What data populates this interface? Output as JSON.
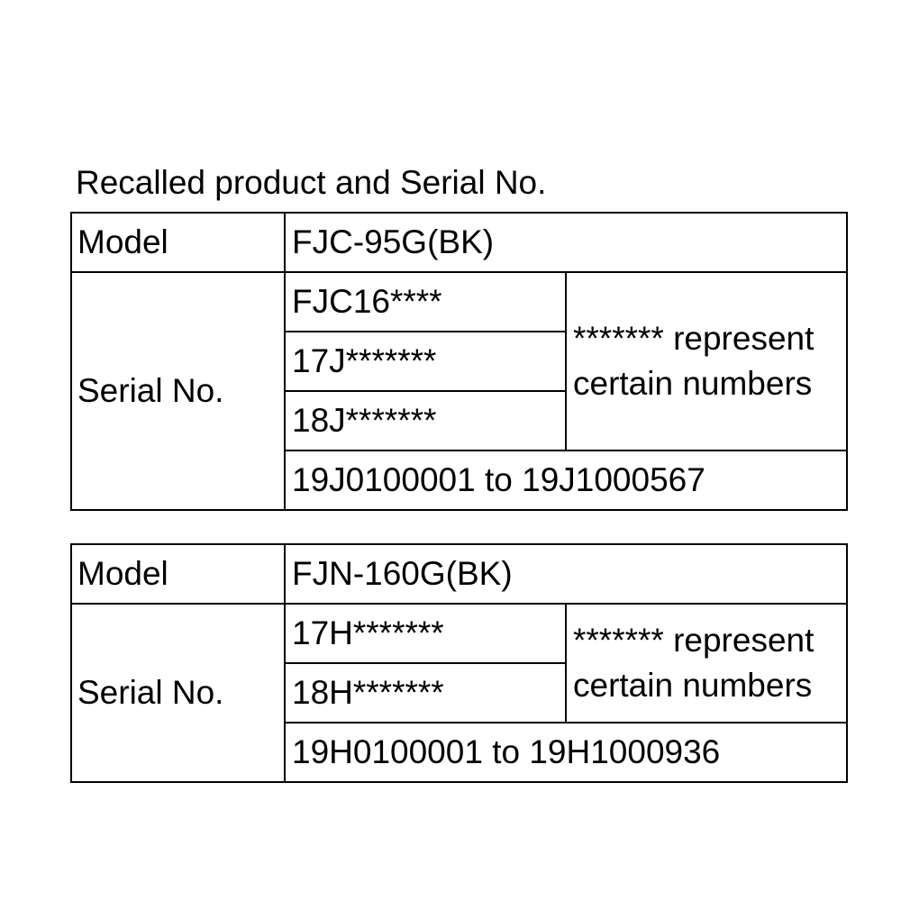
{
  "heading": "Recalled product and Serial No.",
  "tables": [
    {
      "model_label": "Model",
      "model_value": "FJC-95G(BK)",
      "serial_label": "Serial No.",
      "serial_patterns": [
        "FJC16****",
        "17J*******",
        "18J*******"
      ],
      "note_line1": "******* represent",
      "note_line2": "certain numbers",
      "serial_range": "19J0100001 to 19J1000567"
    },
    {
      "model_label": "Model",
      "model_value": "FJN-160G(BK)",
      "serial_label": "Serial No.",
      "serial_patterns": [
        "17H*******",
        "18H*******"
      ],
      "note_line1": "******* represent",
      "note_line2": "certain numbers",
      "serial_range": "19H0100001 to 19H1000936"
    }
  ]
}
